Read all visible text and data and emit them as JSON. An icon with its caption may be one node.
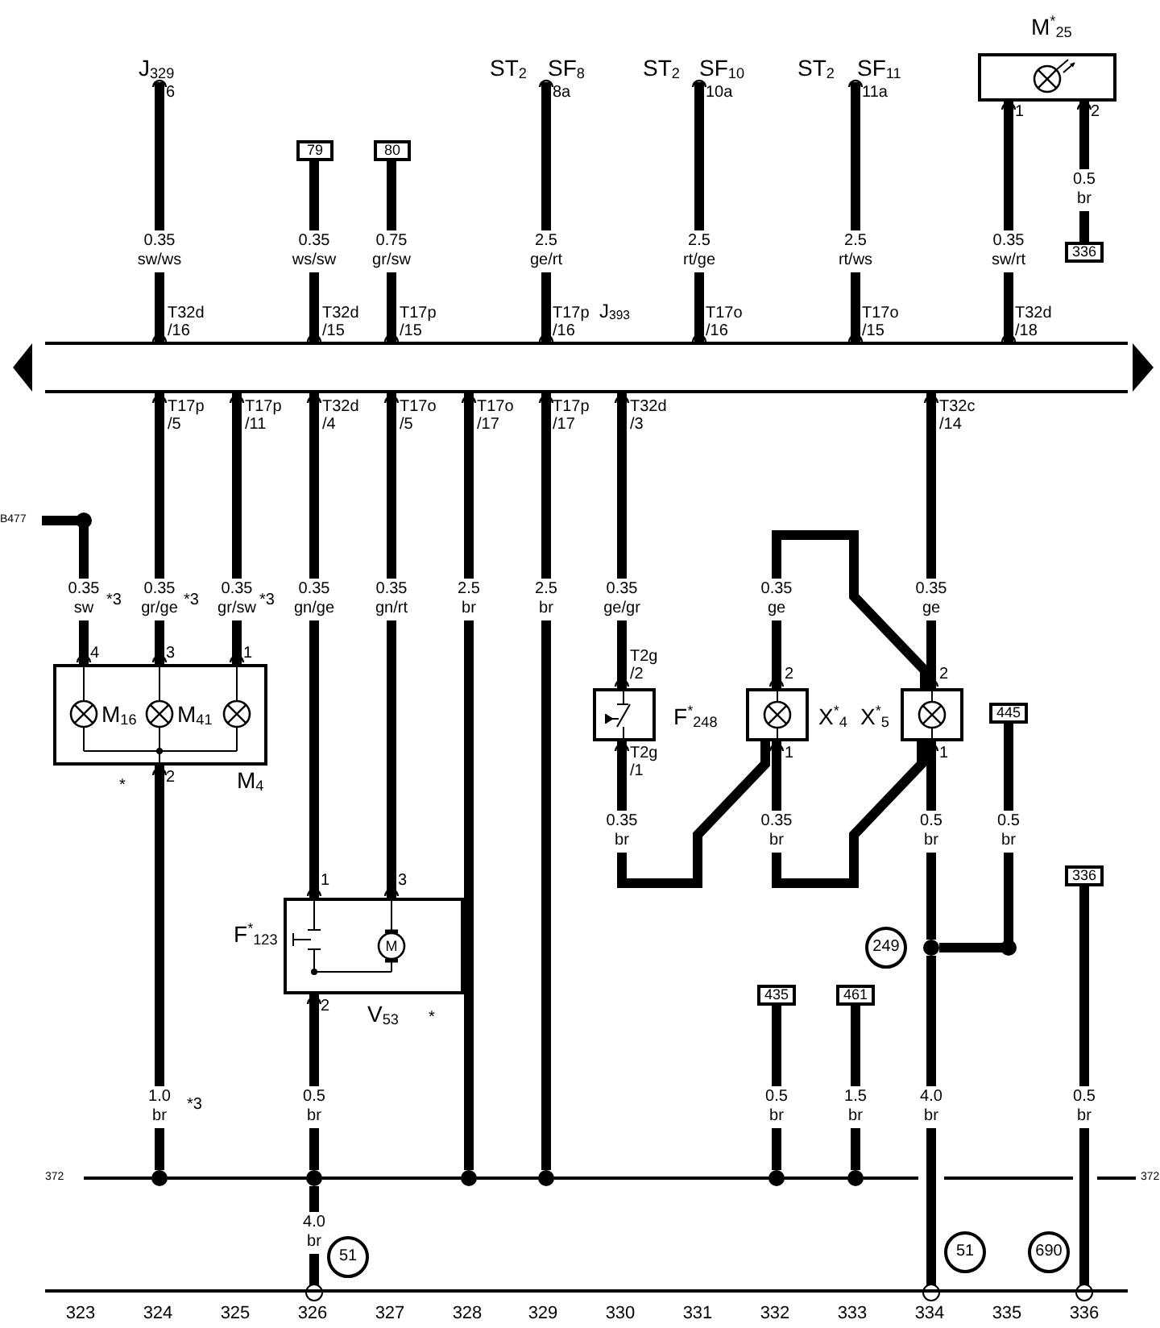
{
  "diagram": {
    "nodes": [
      {
        "text": [
          "J$_{329}$"
        ]
      },
      {
        "text": [
          "ST$_{2}$",
          "SF$_{8}$"
        ]
      },
      {
        "text": [
          "ST$_{2}$",
          "SF$_{10}$"
        ]
      },
      {
        "text": [
          "ST$_{2}$",
          "SF$_{11}$"
        ]
      },
      {
        "text": [
          "M$^{*}$$_{25}$"
        ]
      },
      {
        "text": [
          "79"
        ]
      },
      {
        "text": [
          "80"
        ]
      },
      {
        "text": [
          "336"
        ]
      },
      {
        "text": [],
        "shape": "bar"
      },
      {
        "text": [
          "B477"
        ]
      },
      {
        "text": [
          "M$_{16}$",
          "M$_{41}$",
          "M$_{4}$"
        ],
        "beside": [
          "*"
        ]
      },
      {
        "text": [
          "F$^{*}$$_{248}$"
        ]
      },
      {
        "text": [
          "X$^{*}$$_{4}$"
        ]
      },
      {
        "text": [
          "X$^{*}$$_{5}$"
        ]
      },
      {
        "text": [
          "445"
        ]
      },
      {
        "text": [
          "F$^{*}$$_{123}$",
          "V$_{53}$"
        ],
        "beside": [
          "*"
        ]
      },
      {
        "text": [
          "336"
        ]
      },
      {
        "text": [],
        "shape": "circle"
      },
      {
        "text": [
          "435"
        ]
      },
      {
        "text": [
          "461"
        ]
      },
      {
        "text": [],
        "shape": "bar",
        "beside": [
          "372",
          "372"
        ]
      },
      {
        "text": [],
        "shape": "bar"
      }
    ],
    "edges": [
      {
        "from": 0,
        "to": 8,
        "arrow": "none",
        "label": "0.35 sw/ws"
      },
      {
        "from": 5,
        "to": 8,
        "arrow": "none",
        "label": "0.35 ws/sw"
      },
      {
        "from": 6,
        "to": 8,
        "arrow": "none",
        "label": "0.75 gr/sw"
      },
      {
        "from": 1,
        "to": 8,
        "arrow": "none",
        "label": "2.5 ge/rt"
      },
      {
        "from": 2,
        "to": 8,
        "arrow": "none",
        "label": "2.5 rt/ge"
      },
      {
        "from": 3,
        "to": 8,
        "arrow": "none",
        "label": "2.5 rt/ws"
      },
      {
        "from": 4,
        "to": 8,
        "arrow": "none",
        "label": "0.35 sw/rt"
      },
      {
        "from": 4,
        "to": 7,
        "arrow": "none",
        "label": "0.5 br"
      },
      {
        "from": 9,
        "to": 10,
        "arrow": "none",
        "label": "0.35 sw"
      },
      {
        "from": 8,
        "to": 10,
        "arrow": "none",
        "label": "0.35 gr/ge"
      },
      {
        "from": 8,
        "to": 10,
        "arrow": "none",
        "label": "0.35 gr/sw"
      },
      {
        "from": 8,
        "to": 15,
        "arrow": "none",
        "label": "0.35 gn/ge"
      },
      {
        "from": 8,
        "to": 15,
        "arrow": "none",
        "label": "0.35 gn/rt"
      },
      {
        "from": 8,
        "to": 20,
        "arrow": "other",
        "label": "2.5 br"
      },
      {
        "from": 8,
        "to": 20,
        "arrow": "other",
        "label": "2.5 br"
      },
      {
        "from": 8,
        "to": 11,
        "arrow": "none",
        "label": "0.35 ge/gr"
      },
      {
        "from": 12,
        "to": 13,
        "arrow": "none",
        "label": "0.35 ge"
      },
      {
        "from": 8,
        "to": 13,
        "arrow": "none",
        "label": "0.35 ge"
      },
      {
        "from": 11,
        "to": 12,
        "arrow": "none",
        "label": "0.35 br"
      },
      {
        "from": 12,
        "to": 13,
        "arrow": "none",
        "label": "0.35 br"
      },
      {
        "from": 13,
        "to": 17,
        "arrow": "none",
        "label": "0.5 br"
      },
      {
        "from": 14,
        "to": 17,
        "arrow": "none",
        "label": "0.5 br"
      },
      {
        "from": 16,
        "to": 21,
        "arrow": "other",
        "label": "0.5 br"
      },
      {
        "from": 10,
        "to": 20,
        "arrow": "other",
        "label": "1.0 br"
      },
      {
        "from": 15,
        "to": 20,
        "arrow": "other",
        "label": "0.5 br"
      },
      {
        "from": 18,
        "to": 20,
        "arrow": "other",
        "label": "0.5 br"
      },
      {
        "from": 19,
        "to": 20,
        "arrow": "other",
        "label": "1.5 br"
      },
      {
        "from": 17,
        "to": 21,
        "arrow": "other",
        "label": "4.0 br"
      },
      {
        "from": 20,
        "to": 21,
        "arrow": "other",
        "label": "4.0 br"
      }
    ],
    "labels": [
      "6",
      "8a",
      "10a",
      "11a",
      "1",
      "2",
      "T32d /16",
      "T32d /15",
      "T17p /15",
      "T17p /16",
      "J$_{393}$",
      "T17o /16",
      "T17o /15",
      "T32d /18",
      "T17p /5",
      "T17p /11",
      "T32d /4",
      "T17o /5",
      "T17o /17",
      "T17p /17",
      "T32d /3",
      "T32c /14",
      "*3",
      "*3",
      "*3",
      "4",
      "3",
      "1",
      "T2g /2",
      "2",
      "2",
      "T2g /1",
      "1",
      "1",
      "2",
      "1",
      "3",
      "M",
      "249",
      "2",
      "*3",
      "51",
      "51",
      "690",
      "323",
      "324",
      "325",
      "326",
      "327",
      "328",
      "329",
      "330",
      "331",
      "332",
      "333",
      "334",
      "335",
      "336"
    ]
  }
}
